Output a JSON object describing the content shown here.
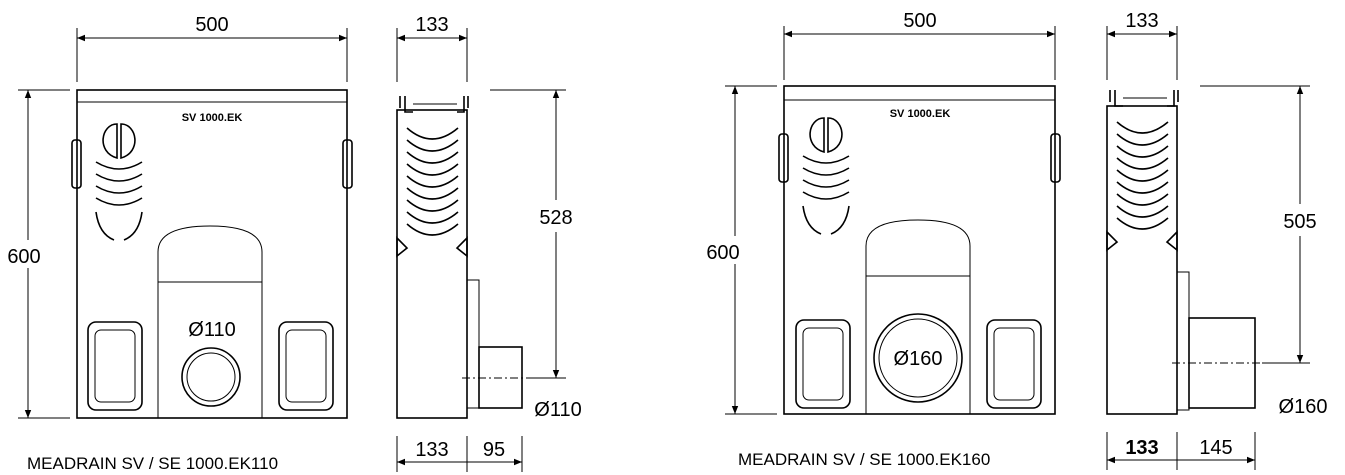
{
  "left": {
    "width_label": "500",
    "height_label": "600",
    "side_width_label": "133",
    "side_height_label": "528",
    "embossed_text": "SV 1000.EK",
    "outlet_label": "Ø110",
    "side_outlet_label": "Ø110",
    "bottom_dim_1": "133",
    "bottom_dim_2": "95",
    "caption": "MEADRAIN SV / SE 1000.EK110"
  },
  "right": {
    "width_label": "500",
    "height_label": "600",
    "side_width_label": "133",
    "side_height_label": "505",
    "embossed_text": "SV 1000.EK",
    "outlet_label": "Ø160",
    "side_outlet_label": "Ø160",
    "bottom_dim_1": "133",
    "bottom_dim_2": "145",
    "caption": "MEADRAIN SV / SE 1000.EK160"
  }
}
